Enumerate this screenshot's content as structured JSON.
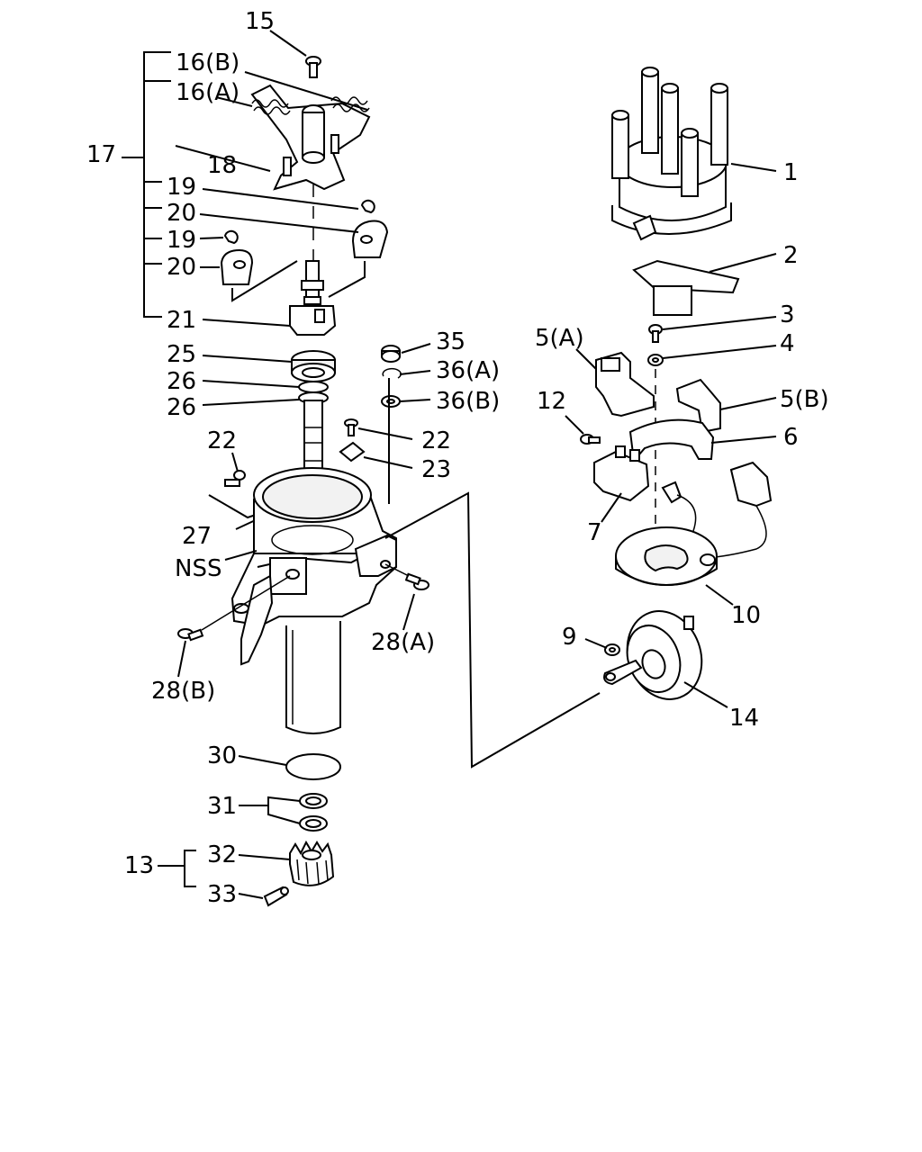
{
  "labels": {
    "l15": "15",
    "l16b": "16(B)",
    "l16a": "16(A)",
    "l17": "17",
    "l18": "18",
    "l19a": "19",
    "l20a": "20",
    "l19b": "19",
    "l20b": "20",
    "l21": "21",
    "l25": "25",
    "l26a": "26",
    "l26b": "26",
    "l35": "35",
    "l36a": "36(A)",
    "l36b": "36(B)",
    "l22a": "22",
    "l22b": "22",
    "l23": "23",
    "l27": "27",
    "lnss": "NSS",
    "l28a": "28(A)",
    "l28b": "28(B)",
    "l30": "30",
    "l31": "31",
    "l13": "13",
    "l32": "32",
    "l33": "33",
    "l1": "1",
    "l2": "2",
    "l3": "3",
    "l4": "4",
    "l5a": "5(A)",
    "l5b": "5(B)",
    "l12": "12",
    "l6": "6",
    "l7": "7",
    "l10": "10",
    "l9": "9",
    "l14": "14"
  }
}
